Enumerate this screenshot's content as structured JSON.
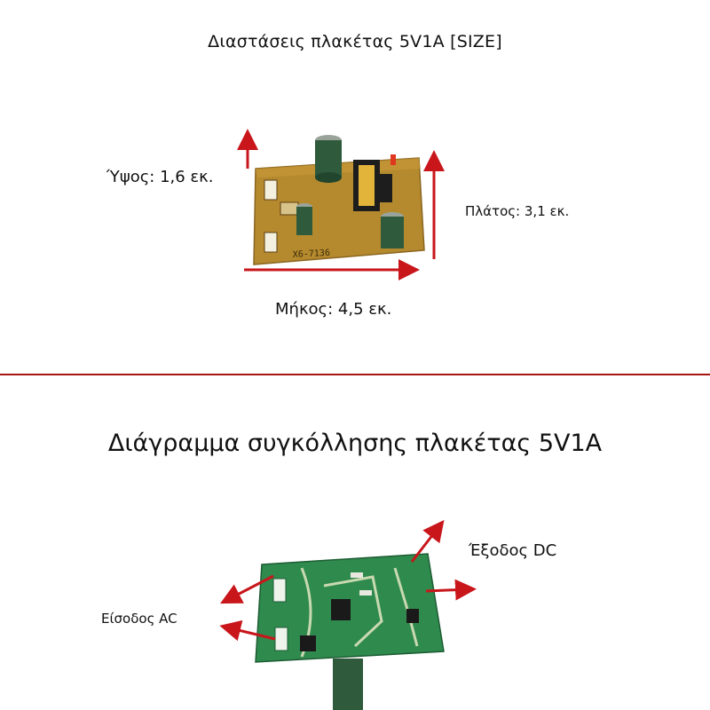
{
  "dimensions_section": {
    "title": "Διαστάσεις πλακέτας 5V1A [SIZE]",
    "height_label": "Ύψος: 1,6 εκ.",
    "width_label": "Πλάτος: 3,1 εκ.",
    "length_label": "Μήκος: 4,5 εκ.",
    "board_silkscreen": "X6-7136"
  },
  "wiring_section": {
    "title": "Διάγραμμα συγκόλλησης πλακέτας 5V1A",
    "input_label": "Είσοδος AC",
    "output_label": "Έξοδος DC"
  },
  "colors": {
    "arrow": "#c8161b",
    "divider": "#a8140f",
    "board_top": "#b58a2e",
    "board_bottom": "#2f8a4e"
  },
  "icons": [
    "arrow-up-icon",
    "arrow-right-icon",
    "arrow-left-icon"
  ]
}
